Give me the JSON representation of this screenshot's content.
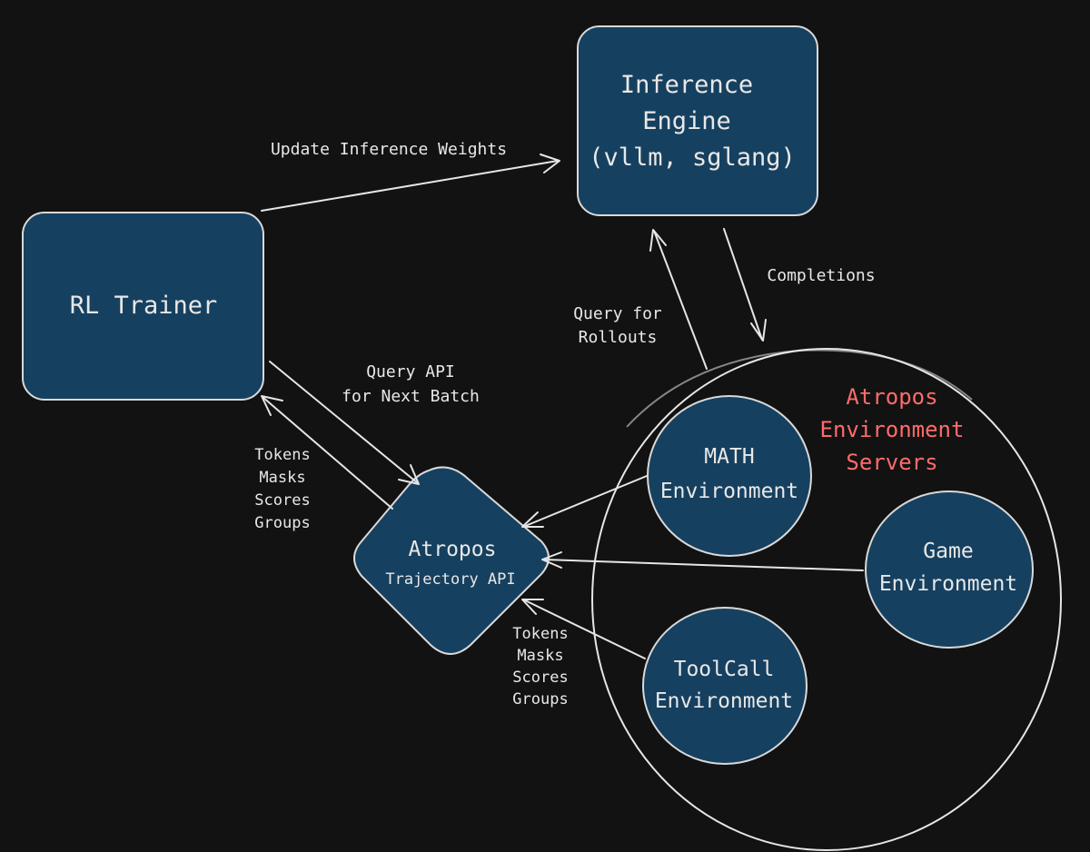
{
  "nodes": {
    "inference_engine": {
      "lines": [
        "Inference",
        "Engine",
        "(vllm, sglang)"
      ]
    },
    "rl_trainer": {
      "label": "RL Trainer"
    },
    "atropos_api": {
      "title": "Atropos",
      "subtitle": "Trajectory API"
    },
    "env_servers": {
      "lines": [
        "Atropos",
        "Environment",
        "Servers"
      ]
    },
    "math_env": {
      "lines": [
        "MATH",
        "Environment"
      ]
    },
    "game_env": {
      "lines": [
        "Game",
        "Environment"
      ]
    },
    "toolcall_env": {
      "lines": [
        "ToolCall",
        "Environment"
      ]
    }
  },
  "edges": {
    "update_weights": "Update Inference Weights",
    "completions": "Completions",
    "query_rollouts": [
      "Query for",
      "Rollouts"
    ],
    "query_api": [
      "Query API",
      "for Next Batch"
    ],
    "trainer_return": [
      "Tokens",
      "Masks",
      "Scores",
      "Groups"
    ],
    "env_return": [
      "Tokens",
      "Masks",
      "Scores",
      "Groups"
    ]
  },
  "colors": {
    "background": "#121212",
    "node_fill": "#16405f",
    "stroke": "#e6e6e6",
    "highlight": "#ff6b6b"
  }
}
